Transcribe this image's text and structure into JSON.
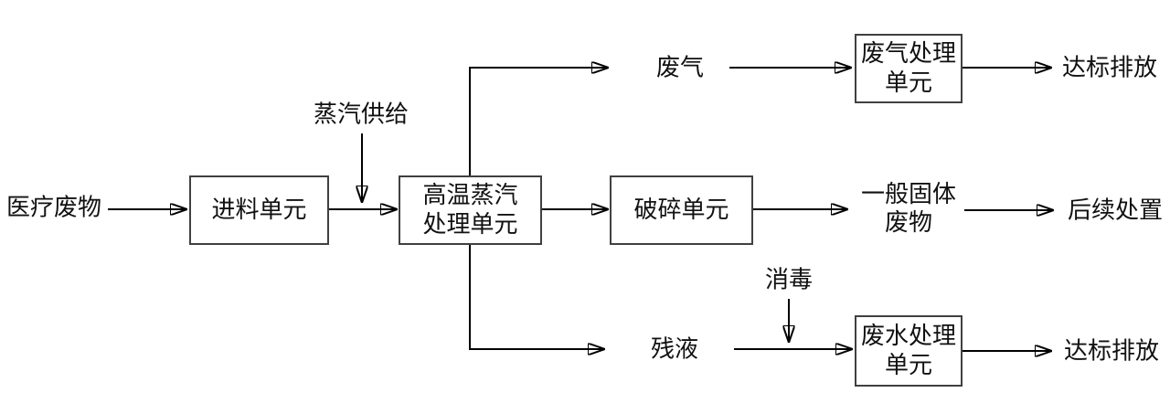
{
  "diagram": {
    "type": "process-flowchart",
    "background_color": "#ffffff",
    "line_color": "#000000",
    "box_border_color": "#404040",
    "text_color": "#111111"
  },
  "nodes": {
    "feed_unit": {
      "label": "进料单元"
    },
    "steam_treatment": {
      "line1": "高温蒸汽",
      "line2": "处理单元"
    },
    "crushing_unit": {
      "label": "破碎单元"
    },
    "gas_treatment": {
      "line1": "废气处理",
      "line2": "单元"
    },
    "water_treatment": {
      "line1": "废水处理",
      "line2": "单元"
    }
  },
  "labels": {
    "medical_waste": "医疗废物",
    "steam_supply": "蒸汽供给",
    "waste_gas": "废气",
    "discharge_top": "达标排放",
    "solid_waste_line1": "一般固体",
    "solid_waste_line2": "废物",
    "followup_disposal": "后续处置",
    "residual_liquid": "残液",
    "disinfection": "消毒",
    "discharge_bottom": "达标排放"
  }
}
